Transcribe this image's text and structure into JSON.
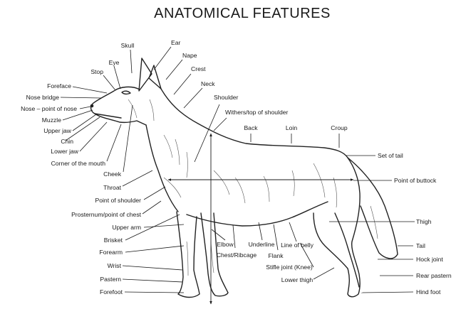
{
  "title": "ANATOMICAL FEATURES",
  "labels": {
    "skull": "Skull",
    "ear": "Ear",
    "nape": "Nape",
    "crest": "Crest",
    "neck": "Neck",
    "eye": "Eye",
    "stop": "Stop",
    "foreface": "Foreface",
    "nose_bridge": "Nose bridge",
    "nose_point": "Nose – point of nose",
    "muzzle": "Muzzle",
    "upper_jaw": "Upper jaw",
    "chin": "Chin",
    "lower_jaw": "Lower jaw",
    "corner_of_mouth": "Corner of the mouth",
    "cheek": "Cheek",
    "throat": "Throat",
    "point_of_shoulder": "Point of shoulder",
    "prosternum": "Prosternum/point of chest",
    "upper_arm": "Upper arm",
    "brisket": "Brisket",
    "forearm": "Forearm",
    "wrist": "Wrist",
    "pastern": "Pastern",
    "forefoot": "Forefoot",
    "shoulder": "Shoulder",
    "withers": "Withers/top of shoulder",
    "back": "Back",
    "loin": "Loin",
    "croup": "Croup",
    "set_of_tail": "Set of tail",
    "point_of_buttock": "Point of buttock",
    "thigh": "Thigh",
    "tail": "Tail",
    "hock_joint": "Hock joint",
    "rear_pastern": "Rear pastern",
    "hind_foot": "Hind foot",
    "elbow": "Elbow",
    "chest_ribcage": "Chest/Ribcage",
    "underline": "Underline",
    "flank": "Flank",
    "line_of_belly": "Line of belly",
    "stifle_joint": "Stifle joint (Knee)",
    "lower_thigh": "Lower thigh"
  }
}
